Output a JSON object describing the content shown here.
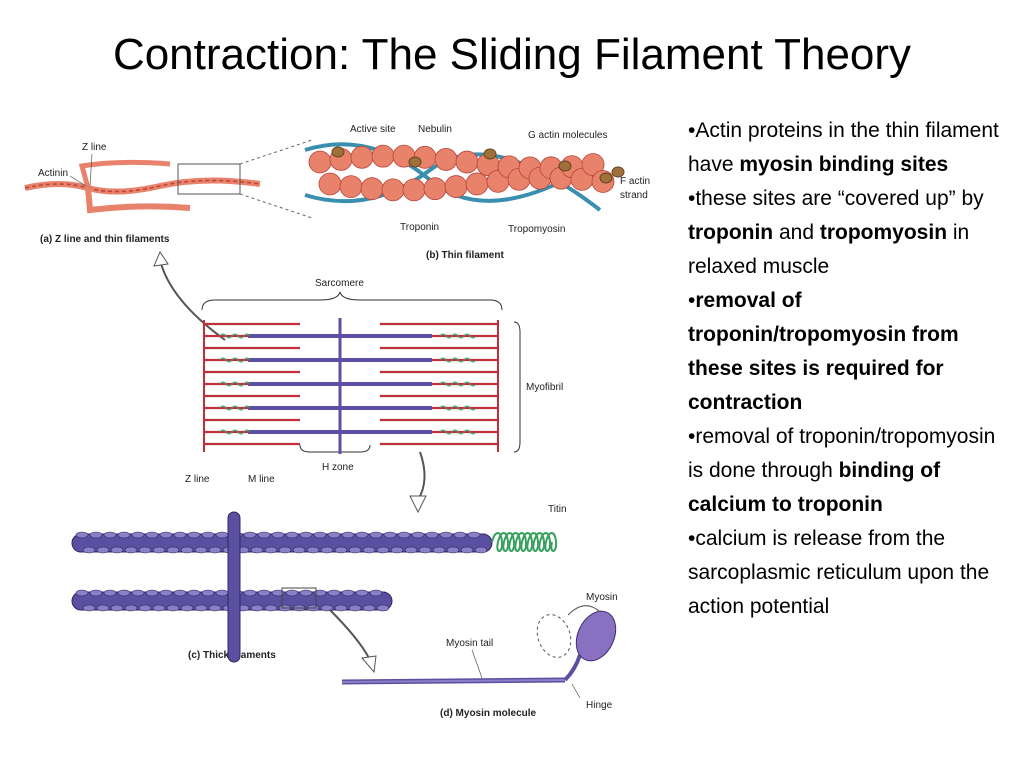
{
  "title": "Contraction: The Sliding Filament Theory",
  "bullets": [
    {
      "parts": [
        {
          "t": "•Actin proteins in the thin filament have ",
          "b": false
        },
        {
          "t": "myosin binding sites",
          "b": true
        }
      ]
    },
    {
      "parts": [
        {
          "t": "•these sites are “covered up” by ",
          "b": false
        },
        {
          "t": "troponin",
          "b": true
        },
        {
          "t": " and ",
          "b": false
        },
        {
          "t": "tropomyosin",
          "b": true
        },
        {
          "t": " in relaxed muscle",
          "b": false
        }
      ]
    },
    {
      "parts": [
        {
          "t": "•",
          "b": false
        },
        {
          "t": "removal of troponin/tropomyosin from these sites is required for contraction",
          "b": true
        }
      ]
    },
    {
      "parts": [
        {
          "t": "•removal of troponin/tropomyosin is done through ",
          "b": false
        },
        {
          "t": "binding of calcium to troponin",
          "b": true
        }
      ]
    },
    {
      "parts": [
        {
          "t": "•calcium is release from the sarcoplasmic reticulum upon the action potential",
          "b": false
        }
      ]
    }
  ],
  "figure": {
    "labels": {
      "z_line_a": "Z line",
      "actinin": "Actinin",
      "caption_a": "(a) Z line and thin filaments",
      "active_site": "Active site",
      "nebulin": "Nebulin",
      "g_actin": "G actin molecules",
      "f_actin_1": "F actin",
      "f_actin_2": "strand",
      "troponin": "Troponin",
      "tropomyosin": "Tropomyosin",
      "caption_b": "(b) Thin filament",
      "sarcomere": "Sarcomere",
      "myofibril": "Myofibril",
      "z_line": "Z line",
      "m_line": "M line",
      "h_zone": "H zone",
      "titin": "Titin",
      "caption_c": "(c) Thick filaments",
      "myosin": "Myosin",
      "myosin_tail": "Myosin tail",
      "hinge": "Hinge",
      "caption_d": "(d) Myosin molecule"
    },
    "colors": {
      "actin": "#e8826a",
      "actin_dark": "#b8453a",
      "tropomyosin": "#3a8fb0",
      "troponin": "#a0703a",
      "thick": "#5a4fa0",
      "thick_light": "#8a80c8",
      "titin": "#3aa060",
      "z_red": "#c0303a"
    }
  }
}
